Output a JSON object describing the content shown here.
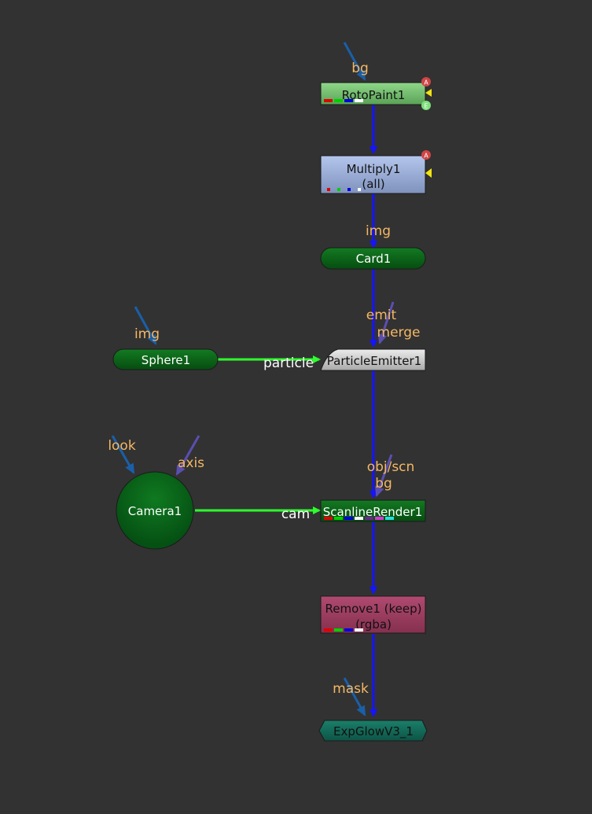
{
  "nodes": {
    "rotopaint": {
      "name": "RotoPaint1",
      "input_label": "bg"
    },
    "multiply": {
      "name": "Multiply1",
      "subtitle": "(all)"
    },
    "card": {
      "name": "Card1",
      "input_label": "img"
    },
    "particle_emitter": {
      "name": "ParticleEmitter1",
      "input_emit": "emit",
      "input_merge": "merge",
      "input_particle": "particle"
    },
    "sphere": {
      "name": "Sphere1",
      "input_label": "img"
    },
    "camera": {
      "name": "Camera1",
      "input_look": "look",
      "input_axis": "axis"
    },
    "scanline": {
      "name": "ScanlineRender1",
      "input_obj": "obj/scn",
      "input_bg": "bg",
      "input_cam": "cam"
    },
    "remove": {
      "name": "Remove1 (keep)",
      "subtitle": "(rgba)"
    },
    "expglow": {
      "name": "ExpGlowV3_1",
      "input_mask": "mask"
    }
  },
  "badges": {
    "a_badge": "A",
    "e_badge": "E"
  },
  "colors": {
    "background": "#323232",
    "pipe_main": "#1414ff",
    "pipe_secondary": "#2dff2d",
    "input_stub": "#1a5fa8",
    "input_stub_alt": "#5a4fb0",
    "label_orange": "#f5b865",
    "node_green": "#0f6d1c",
    "node_rotopaint": "#7fc47a",
    "node_multiply": "#a3b6dc",
    "node_remove": "#9e3a5f",
    "node_emitter": "#d6d6d6",
    "node_expglow": "#136a5a"
  }
}
